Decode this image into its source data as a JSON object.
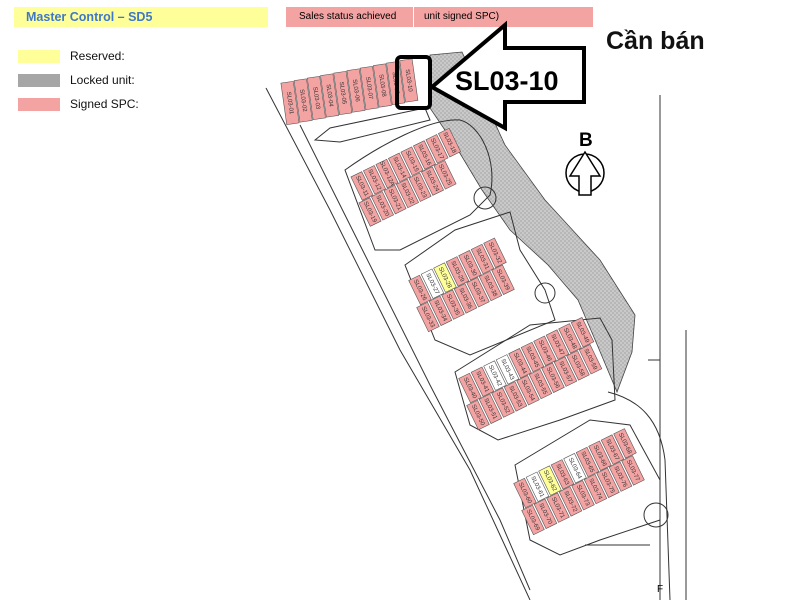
{
  "header": {
    "title": "Master Control – SD5",
    "status_label": "Sales status achieved",
    "status_value": "unit signed SPC)"
  },
  "legend": [
    {
      "label": "Reserved:",
      "color": "#ffff99"
    },
    {
      "label": "Locked unit:",
      "color": "#a6a6a6"
    },
    {
      "label": "Signed SPC:",
      "color": "#f4a3a3"
    }
  ],
  "heading": "Cần bán",
  "callout": {
    "label": "SL03-10"
  },
  "north_label": "B",
  "corner_label": "F",
  "colors": {
    "signed": "#f4a3a3",
    "reserved": "#ffff99",
    "locked": "#a6a6a6",
    "available": "#ffffff",
    "title_text": "#3f78c8"
  },
  "lots": {
    "block_1": [
      {
        "code": "SL03-01",
        "status": "signed"
      },
      {
        "code": "SL03-02",
        "status": "signed"
      },
      {
        "code": "SL03-03",
        "status": "signed"
      },
      {
        "code": "SL03-04",
        "status": "signed"
      },
      {
        "code": "SL03-05",
        "status": "signed"
      },
      {
        "code": "SL03-06",
        "status": "signed"
      },
      {
        "code": "SL03-07",
        "status": "signed"
      },
      {
        "code": "SL03-08",
        "status": "signed"
      },
      {
        "code": "SL03-09",
        "status": "signed"
      },
      {
        "code": "SL03-10",
        "status": "signed"
      }
    ],
    "block_2": [
      {
        "code": "SL03-11",
        "status": "signed"
      },
      {
        "code": "SL03-12",
        "status": "signed"
      },
      {
        "code": "SL03-12A",
        "status": "signed"
      },
      {
        "code": "SL03-14",
        "status": "signed"
      },
      {
        "code": "SL03-15",
        "status": "signed"
      },
      {
        "code": "SL03-16",
        "status": "signed"
      },
      {
        "code": "SL03-17",
        "status": "signed"
      },
      {
        "code": "SL03-18",
        "status": "signed"
      },
      {
        "code": "SL03-19",
        "status": "signed"
      },
      {
        "code": "SL03-20",
        "status": "signed"
      },
      {
        "code": "SL03-21",
        "status": "signed"
      },
      {
        "code": "SL03-22",
        "status": "signed"
      },
      {
        "code": "SL03-23",
        "status": "signed"
      },
      {
        "code": "SL03-24",
        "status": "signed"
      },
      {
        "code": "SL03-25",
        "status": "signed"
      }
    ],
    "block_3": [
      {
        "code": "SL03-26",
        "status": "signed"
      },
      {
        "code": "SL03-27",
        "status": "available"
      },
      {
        "code": "SL03-28",
        "status": "reserved"
      },
      {
        "code": "SL03-29",
        "status": "signed"
      },
      {
        "code": "SL03-30",
        "status": "signed"
      },
      {
        "code": "SL03-31",
        "status": "signed"
      },
      {
        "code": "SL03-32",
        "status": "signed"
      },
      {
        "code": "SL03-33",
        "status": "signed"
      },
      {
        "code": "SL03-34",
        "status": "signed"
      },
      {
        "code": "SL03-35",
        "status": "signed"
      },
      {
        "code": "SL03-36",
        "status": "signed"
      },
      {
        "code": "SL03-37",
        "status": "signed"
      },
      {
        "code": "SL03-38",
        "status": "signed"
      },
      {
        "code": "SL03-39",
        "status": "signed"
      }
    ],
    "block_4": [
      {
        "code": "SL03-40",
        "status": "signed"
      },
      {
        "code": "SL03-41",
        "status": "signed"
      },
      {
        "code": "SL03-42",
        "status": "available"
      },
      {
        "code": "SL03-43",
        "status": "available"
      },
      {
        "code": "SL03-44",
        "status": "signed"
      },
      {
        "code": "SL03-45",
        "status": "signed"
      },
      {
        "code": "SL03-46",
        "status": "signed"
      },
      {
        "code": "SL03-47",
        "status": "signed"
      },
      {
        "code": "SL03-48",
        "status": "signed"
      },
      {
        "code": "SL03-49",
        "status": "signed"
      },
      {
        "code": "SL03-50",
        "status": "signed"
      },
      {
        "code": "SL03-51",
        "status": "signed"
      },
      {
        "code": "SL03-52",
        "status": "signed"
      },
      {
        "code": "SL03-53",
        "status": "signed"
      },
      {
        "code": "SL03-54",
        "status": "signed"
      },
      {
        "code": "SL03-55",
        "status": "signed"
      },
      {
        "code": "SL03-56",
        "status": "signed"
      },
      {
        "code": "SL03-57",
        "status": "signed"
      },
      {
        "code": "SL03-58",
        "status": "signed"
      },
      {
        "code": "SL03-59",
        "status": "signed"
      }
    ],
    "block_5": [
      {
        "code": "SL03-60",
        "status": "signed"
      },
      {
        "code": "SL03-61",
        "status": "available"
      },
      {
        "code": "SL03-62",
        "status": "reserved"
      },
      {
        "code": "SL03-63",
        "status": "signed"
      },
      {
        "code": "SL03-64",
        "status": "available"
      },
      {
        "code": "SL03-65",
        "status": "signed"
      },
      {
        "code": "SL03-66",
        "status": "signed"
      },
      {
        "code": "SL03-67",
        "status": "signed"
      },
      {
        "code": "SL03-68",
        "status": "signed"
      },
      {
        "code": "SL03-69",
        "status": "signed"
      },
      {
        "code": "SL03-70",
        "status": "signed"
      },
      {
        "code": "SL03-71",
        "status": "signed"
      },
      {
        "code": "SL03-72",
        "status": "signed"
      },
      {
        "code": "SL03-73",
        "status": "signed"
      },
      {
        "code": "SL03-74",
        "status": "signed"
      },
      {
        "code": "SL03-75",
        "status": "signed"
      },
      {
        "code": "SL03-76",
        "status": "signed"
      },
      {
        "code": "SL03-77",
        "status": "signed"
      }
    ]
  }
}
